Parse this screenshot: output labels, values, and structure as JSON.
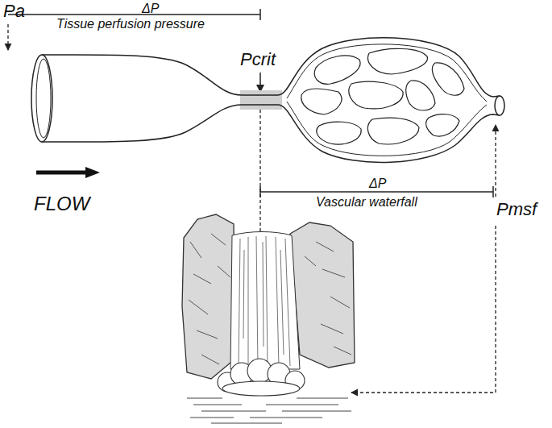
{
  "diagram": {
    "labels": [
      "ΔP",
      "Pa",
      "Tissue perfusion pressure",
      "Pcrit",
      "Pmsf",
      "FLOW",
      "ΔP",
      "Vascular waterfall"
    ]
  }
}
